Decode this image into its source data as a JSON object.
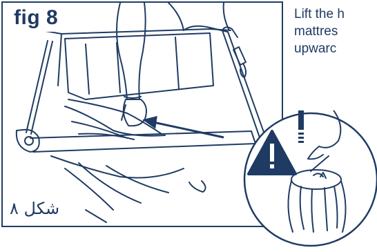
{
  "figure": {
    "label": "fig 8",
    "arabic_caption": "شكل ٨"
  },
  "instruction": {
    "lines": [
      "Lift the h",
      "mattres",
      "upwarc"
    ]
  },
  "colors": {
    "navy": "#1f3b63",
    "line": "#1f3b63"
  },
  "icons": {
    "warning": "warning-triangle-icon",
    "up_arrow": "up-arrow-icon"
  }
}
